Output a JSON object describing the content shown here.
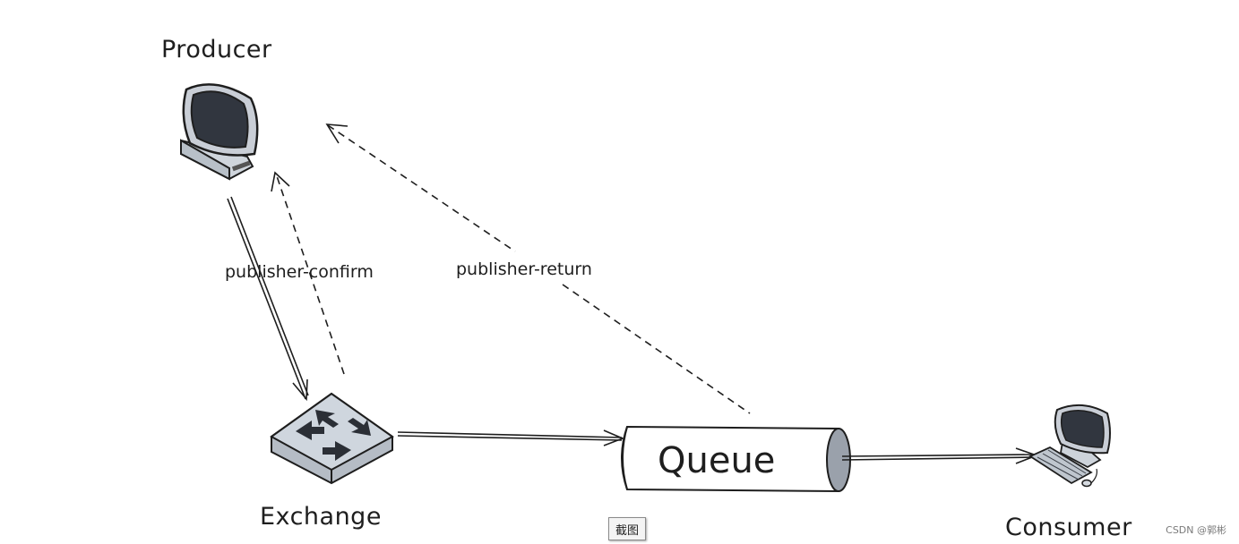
{
  "nodes": {
    "producer": "Producer",
    "exchange": "Exchange",
    "queue": "Queue",
    "consumer": "Consumer"
  },
  "edges": {
    "confirm": "publisher-confirm",
    "return": "publisher-return"
  },
  "toolbar": {
    "screenshot_label": "截图"
  },
  "watermark": "CSDN @郭彬"
}
